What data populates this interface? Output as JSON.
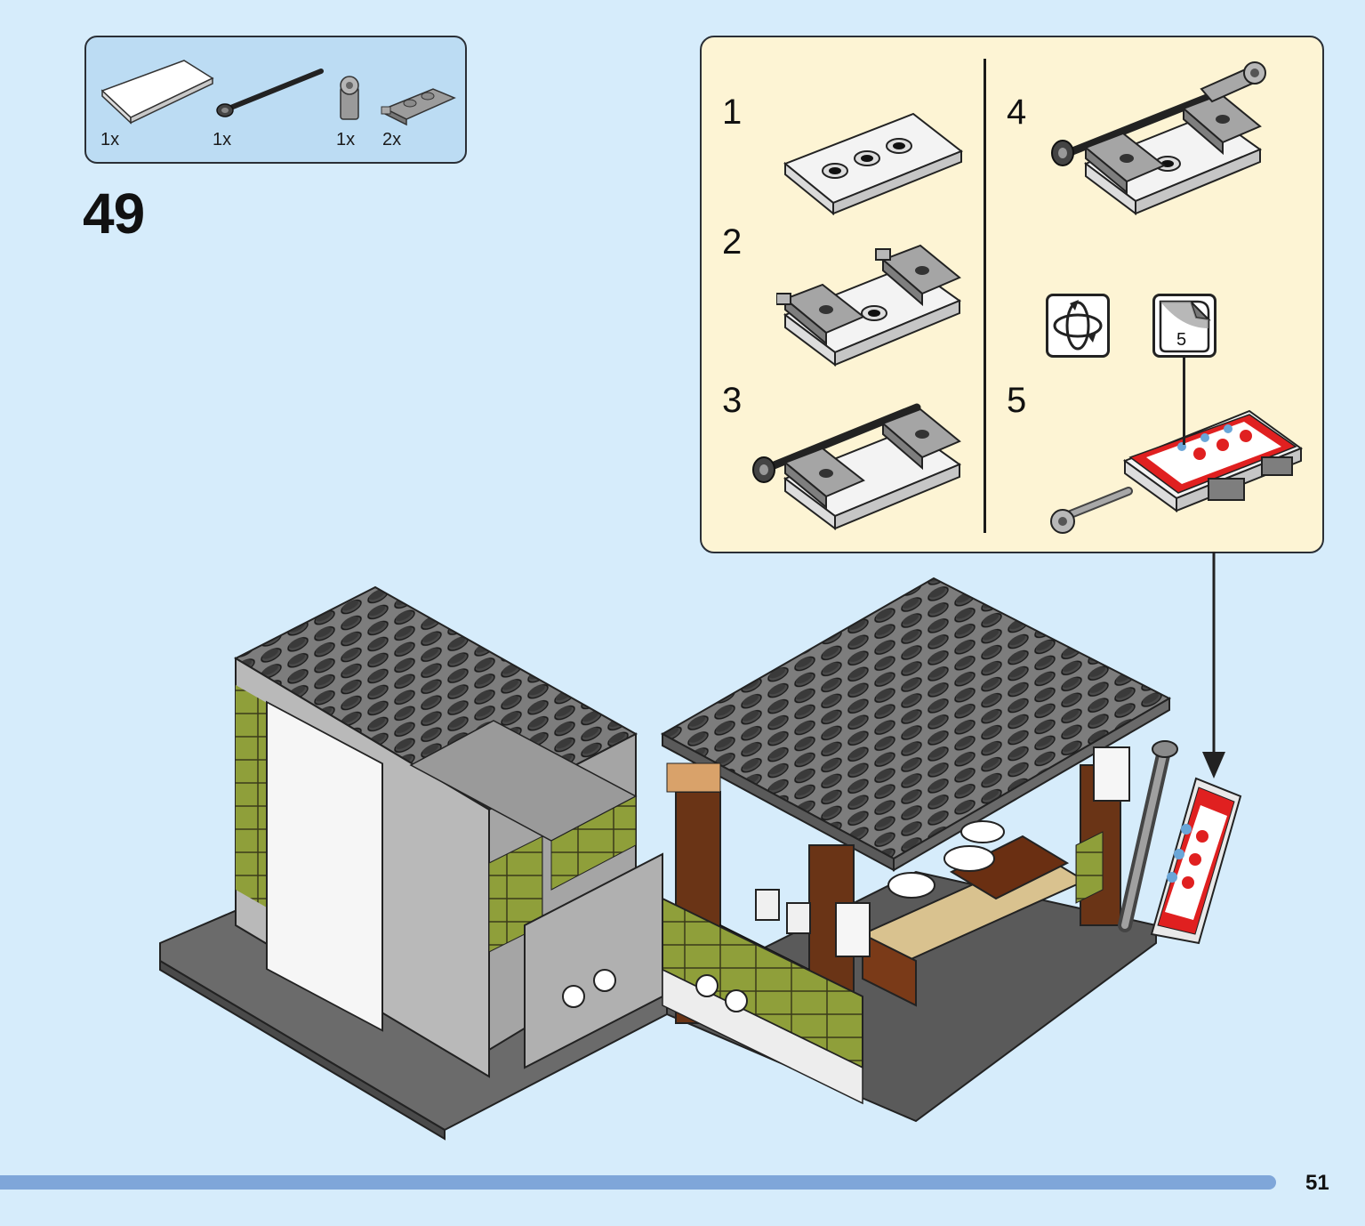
{
  "step": {
    "number": "49"
  },
  "parts": [
    {
      "qty": "1x",
      "icon": "white-tile-part-icon"
    },
    {
      "qty": "1x",
      "icon": "black-bar-part-icon"
    },
    {
      "qty": "1x",
      "icon": "gray-clip-part-icon"
    },
    {
      "qty": "2x",
      "icon": "gray-plate-clip-part-icon"
    }
  ],
  "substeps": [
    {
      "label": "1"
    },
    {
      "label": "2"
    },
    {
      "label": "3"
    },
    {
      "label": "4"
    },
    {
      "label": "5"
    }
  ],
  "sticker": {
    "number": "5"
  },
  "icons": {
    "rotate": "rotate-model-icon",
    "sticker": "sticker-icon"
  },
  "page": {
    "number": "51"
  },
  "colors": {
    "background": "#d6ecfb",
    "parts_box": "#bcdcf3",
    "substep_panel": "#fdf4d4",
    "footer_bar": "#7fa6d9"
  }
}
